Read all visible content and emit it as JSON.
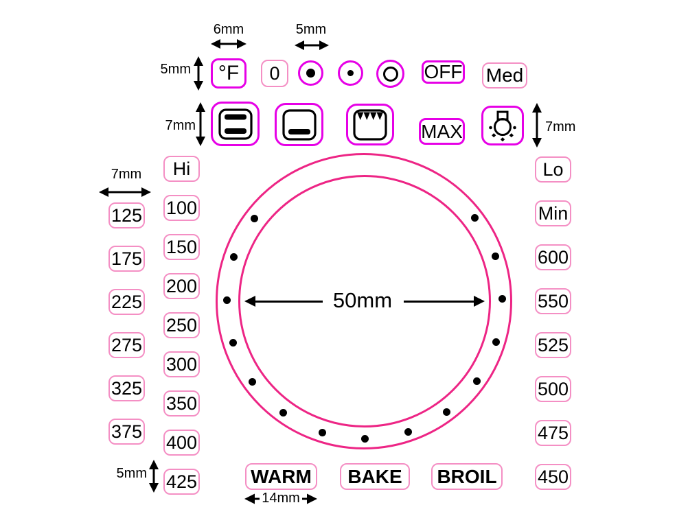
{
  "colors": {
    "accent_magenta": "#E600E6",
    "accent_pink": "#F48FC4",
    "dial_pink": "#ED2585",
    "ink": "#000000"
  },
  "dimensions": {
    "f_box_width": "6mm",
    "marker_width": "5mm",
    "row1_height": "5mm",
    "row2_height_left": "7mm",
    "row2_height_right": "7mm",
    "left_col_width": "7mm",
    "left_col_height": "5mm",
    "warm_box_width": "14mm"
  },
  "row1": {
    "temp_unit": "°F",
    "zero": "0",
    "off": "OFF",
    "med": "Med",
    "markers": [
      "filled-dot-large-marker",
      "filled-dot-small-marker",
      "open-circle-marker"
    ]
  },
  "row2": {
    "max": "MAX",
    "icons": [
      "dual-element-icon",
      "bottom-element-icon",
      "broil-element-icon",
      "oven-light-icon"
    ]
  },
  "columns": {
    "left_outer": [
      "125",
      "175",
      "225",
      "275",
      "325",
      "375"
    ],
    "left_inner": [
      "Hi",
      "100",
      "150",
      "200",
      "250",
      "300",
      "350",
      "400",
      "425"
    ],
    "right": [
      "Lo",
      "Min",
      "600",
      "550",
      "525",
      "500",
      "475",
      "450"
    ]
  },
  "bottom_row": [
    "WARM",
    "BAKE",
    "BROIL"
  ],
  "dial": {
    "label": "50mm",
    "dot_count": 15
  }
}
